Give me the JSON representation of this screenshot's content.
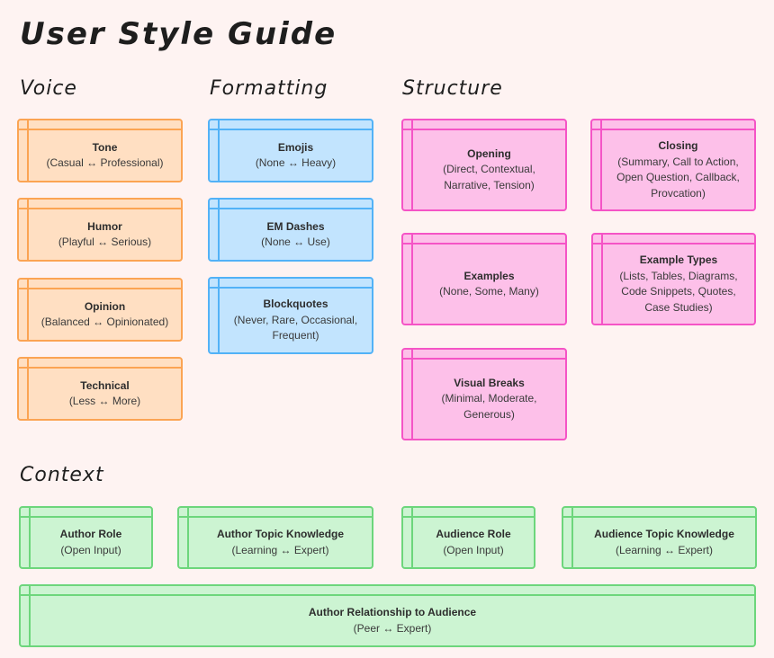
{
  "title": "User Style Guide",
  "colors": {
    "background": "#fef3f2",
    "voice": "#fba453",
    "formatting": "#52b2f7",
    "structure": "#f554c6",
    "context": "#6dd67c"
  },
  "sections": {
    "voice": {
      "label": "Voice",
      "cards": [
        {
          "name": "Tone",
          "desc": "(Casual ↔ Professional)"
        },
        {
          "name": "Humor",
          "desc": "(Playful ↔ Serious)"
        },
        {
          "name": "Opinion",
          "desc": "(Balanced ↔ Opinionated)"
        },
        {
          "name": "Technical",
          "desc": "(Less ↔ More)"
        }
      ]
    },
    "formatting": {
      "label": "Formatting",
      "cards": [
        {
          "name": "Emojis",
          "desc": "(None ↔ Heavy)"
        },
        {
          "name": "EM Dashes",
          "desc": "(None ↔ Use)"
        },
        {
          "name": "Blockquotes",
          "desc": "(Never, Rare, Occasional, Frequent)"
        }
      ]
    },
    "structure": {
      "label": "Structure",
      "cards": [
        {
          "name": "Opening",
          "desc": "(Direct, Contextual, Narrative, Tension)"
        },
        {
          "name": "Closing",
          "desc": "(Summary, Call to Action, Open Question, Callback, Provcation)"
        },
        {
          "name": "Examples",
          "desc": "(None, Some, Many)"
        },
        {
          "name": "Example Types",
          "desc": "(Lists, Tables, Diagrams, Code Snippets, Quotes, Case Studies)"
        },
        {
          "name": "Visual Breaks",
          "desc": "(Minimal, Moderate, Generous)"
        }
      ]
    },
    "context": {
      "label": "Context",
      "cards": [
        {
          "name": "Author Role",
          "desc": "(Open Input)"
        },
        {
          "name": "Author Topic Knowledge",
          "desc": "(Learning ↔ Expert)"
        },
        {
          "name": "Audience Role",
          "desc": "(Open Input)"
        },
        {
          "name": "Audience Topic Knowledge",
          "desc": "(Learning ↔ Expert)"
        },
        {
          "name": "Author Relationship to Audience",
          "desc": "(Peer ↔ Expert)"
        }
      ]
    }
  }
}
